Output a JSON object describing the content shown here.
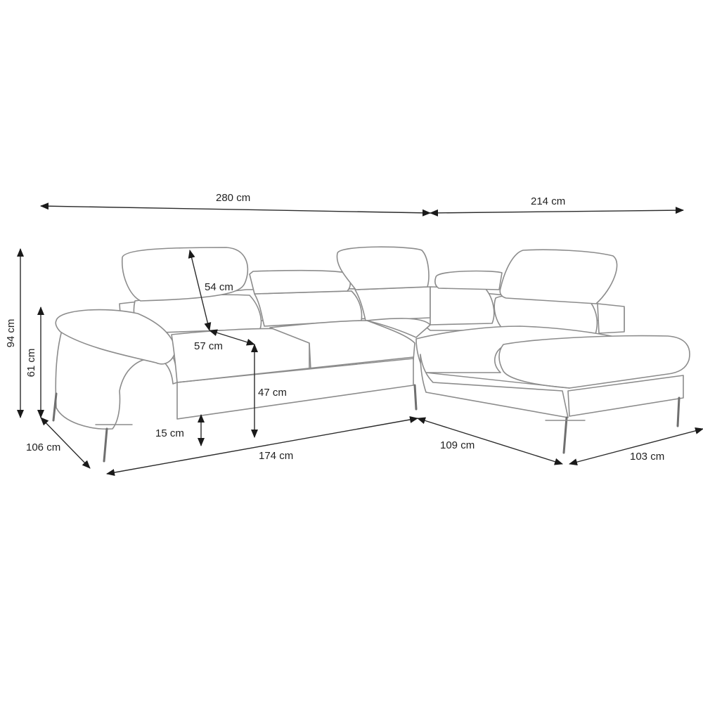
{
  "dimensions": {
    "total_width_left": "280 cm",
    "total_width_right": "214 cm",
    "headrest_height": "54 cm",
    "seat_depth": "57 cm",
    "seat_height": "47 cm",
    "overall_height": "94 cm",
    "back_height": "61 cm",
    "depth": "106 cm",
    "leg_height": "15 cm",
    "front_length": "174 cm",
    "chaise_length": "109 cm",
    "chaise_width": "103 cm"
  }
}
